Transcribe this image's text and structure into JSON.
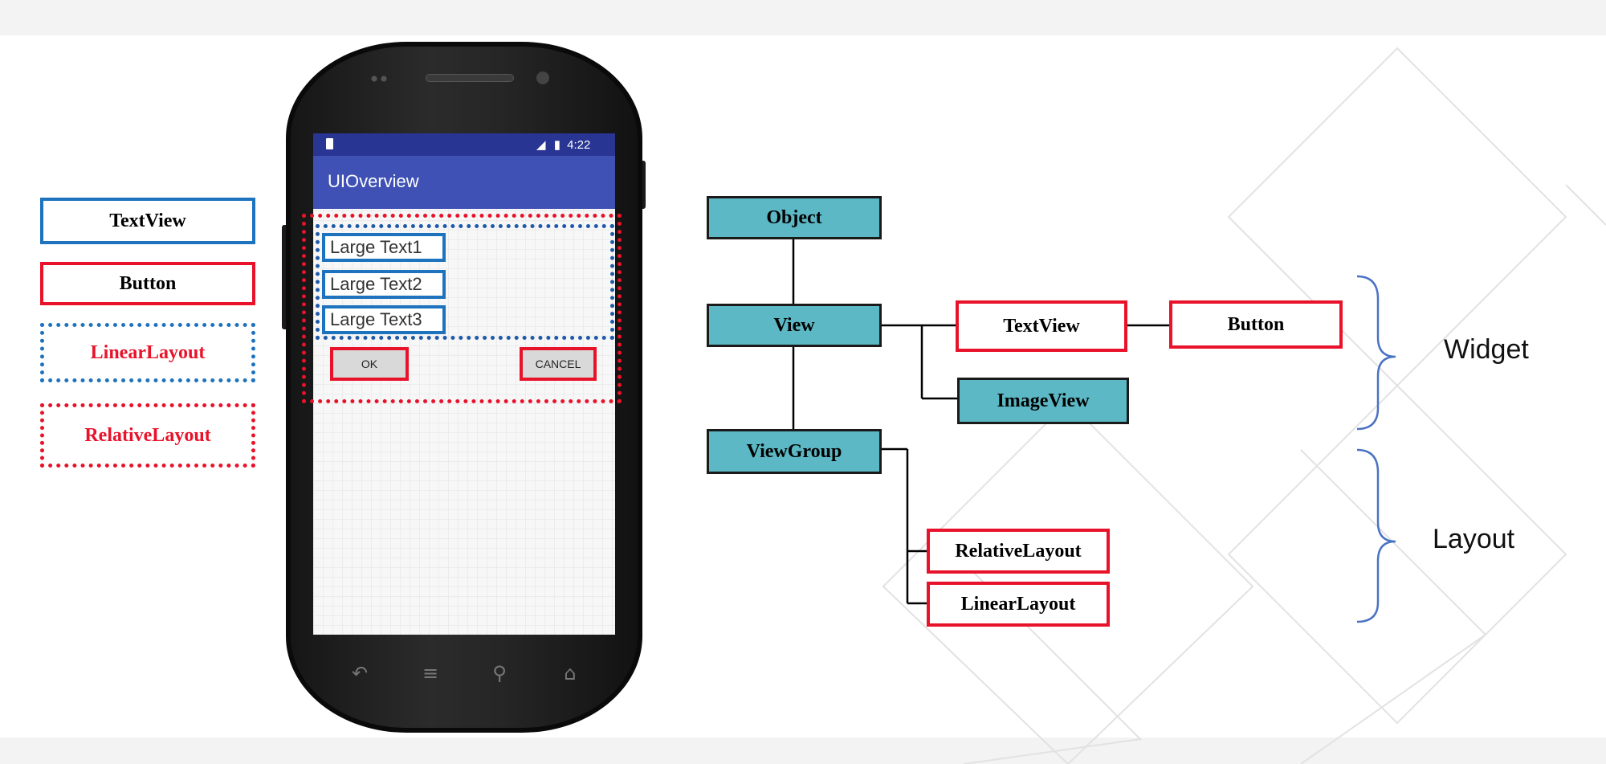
{
  "legend": {
    "textview": "TextView",
    "button": "Button",
    "linearlayout": "LinearLayout",
    "relativelayout": "RelativeLayout"
  },
  "phone": {
    "status_time": "4:22",
    "app_title": "UIOverview",
    "texts": [
      "Large Text1",
      "Large Text2",
      "Large Text3"
    ],
    "ok_label": "OK",
    "cancel_label": "CANCEL"
  },
  "hierarchy": {
    "object": "Object",
    "view": "View",
    "viewgroup": "ViewGroup",
    "textview": "TextView",
    "button": "Button",
    "imageview": "ImageView",
    "relativelayout": "RelativeLayout",
    "linearlayout": "LinearLayout"
  },
  "brackets": {
    "widget": "Widget",
    "layout": "Layout"
  },
  "colors": {
    "teal": "#5bb8c4",
    "red": "#e8132a",
    "blue": "#1e73be",
    "appbar": "#3f51b5",
    "bracket": "#4a72c4"
  }
}
